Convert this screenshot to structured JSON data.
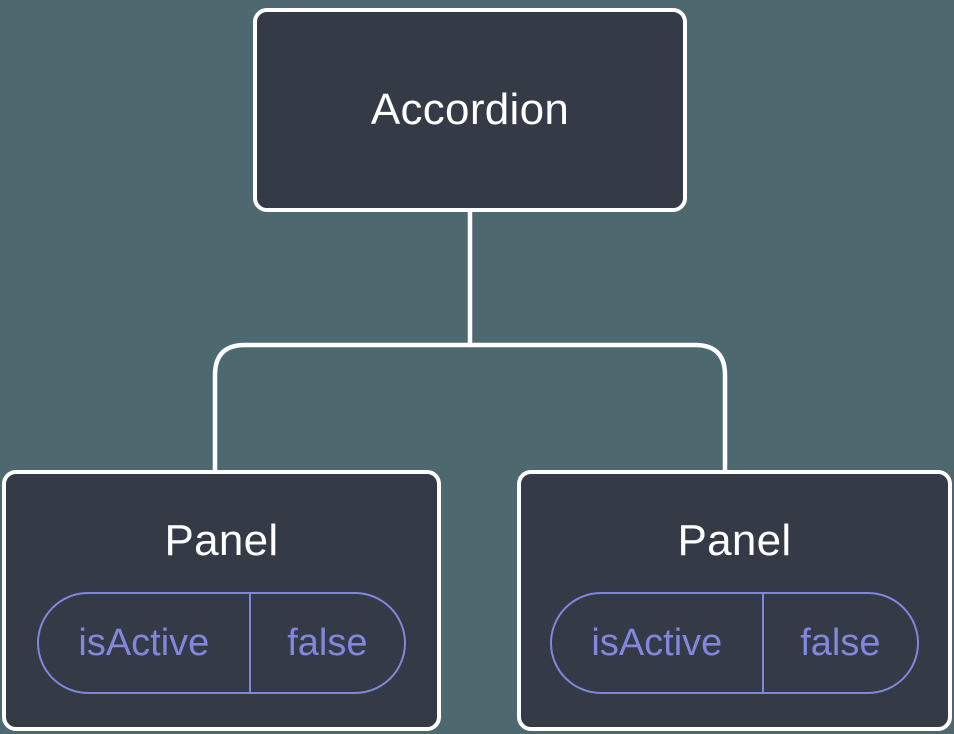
{
  "colors": {
    "background": "#4E686F",
    "node_fill": "#353A47",
    "node_border": "#FFFFFF",
    "node_text": "#FFFFFF",
    "state_accent": "#8286DD"
  },
  "tree": {
    "root": {
      "label": "Accordion"
    },
    "children": [
      {
        "label": "Panel",
        "state": {
          "name": "isActive",
          "value": "false"
        }
      },
      {
        "label": "Panel",
        "state": {
          "name": "isActive",
          "value": "false"
        }
      }
    ]
  }
}
